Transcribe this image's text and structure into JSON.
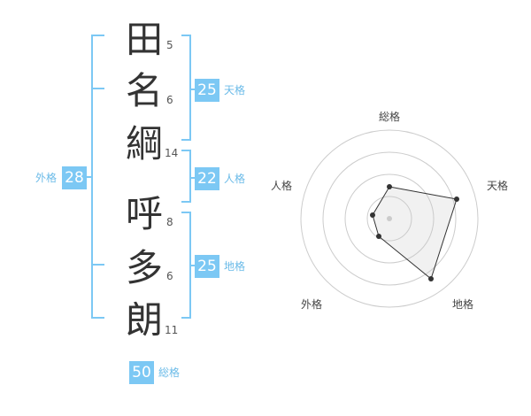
{
  "name": {
    "chars": [
      {
        "char": "田",
        "strokes": "5"
      },
      {
        "char": "名",
        "strokes": "6"
      },
      {
        "char": "綱",
        "strokes": "14"
      },
      {
        "char": "呼",
        "strokes": "8"
      },
      {
        "char": "多",
        "strokes": "6"
      },
      {
        "char": "朗",
        "strokes": "11"
      }
    ]
  },
  "kaku": {
    "tenkaku": {
      "value": "25",
      "label": "天格"
    },
    "jinkaku": {
      "value": "22",
      "label": "人格"
    },
    "chikaku": {
      "value": "25",
      "label": "地格"
    },
    "gaikaku": {
      "value": "28",
      "label": "外格"
    },
    "soukaku": {
      "value": "50",
      "label": "総格"
    }
  },
  "radar": {
    "labels": {
      "top": "総格",
      "right_top": "天格",
      "right_bottom": "地格",
      "left_bottom": "外格",
      "left_top": "人格"
    }
  },
  "colors": {
    "accent": "#7cc8f4",
    "line": "#7cc8f4"
  }
}
